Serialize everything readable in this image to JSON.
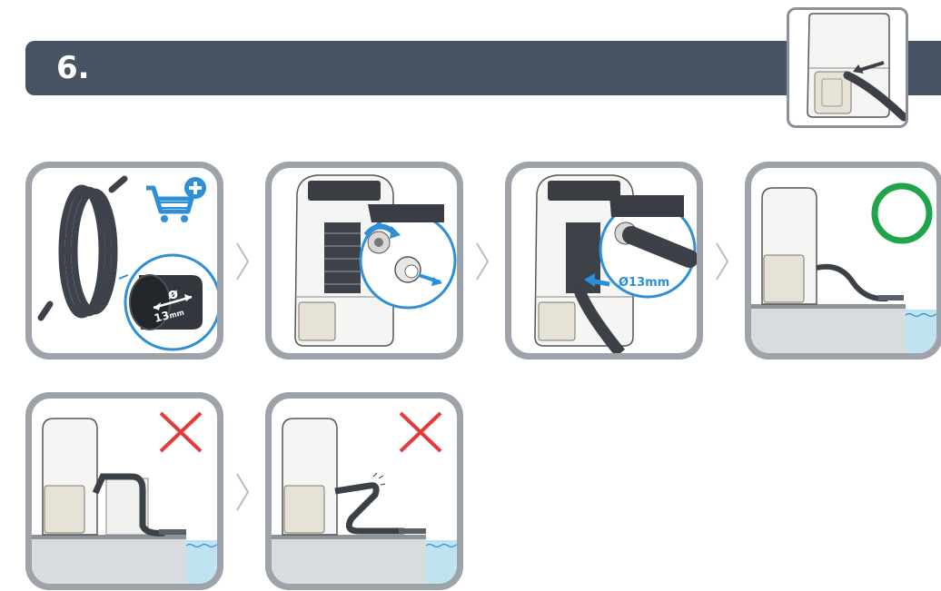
{
  "step": {
    "number": "6."
  },
  "icons": {
    "hose": "hose-coil-icon",
    "cart": "shopping-cart-add-icon",
    "ok": "correct-circle-icon",
    "wrong": "wrong-cross-icon",
    "next": "chevron-right-icon"
  },
  "labels": {
    "diameter_symbol": "ø",
    "diameter_size": "13",
    "diameter_unit": "mm",
    "hose_spec": "Ø13mm"
  },
  "colors": {
    "banner": "#475362",
    "frame": "#9ea3aa",
    "accent_blue": "#2f8fd6",
    "ok_green": "#1fa449",
    "wrong_red": "#e63a3a",
    "water": "#bfe3f0"
  }
}
